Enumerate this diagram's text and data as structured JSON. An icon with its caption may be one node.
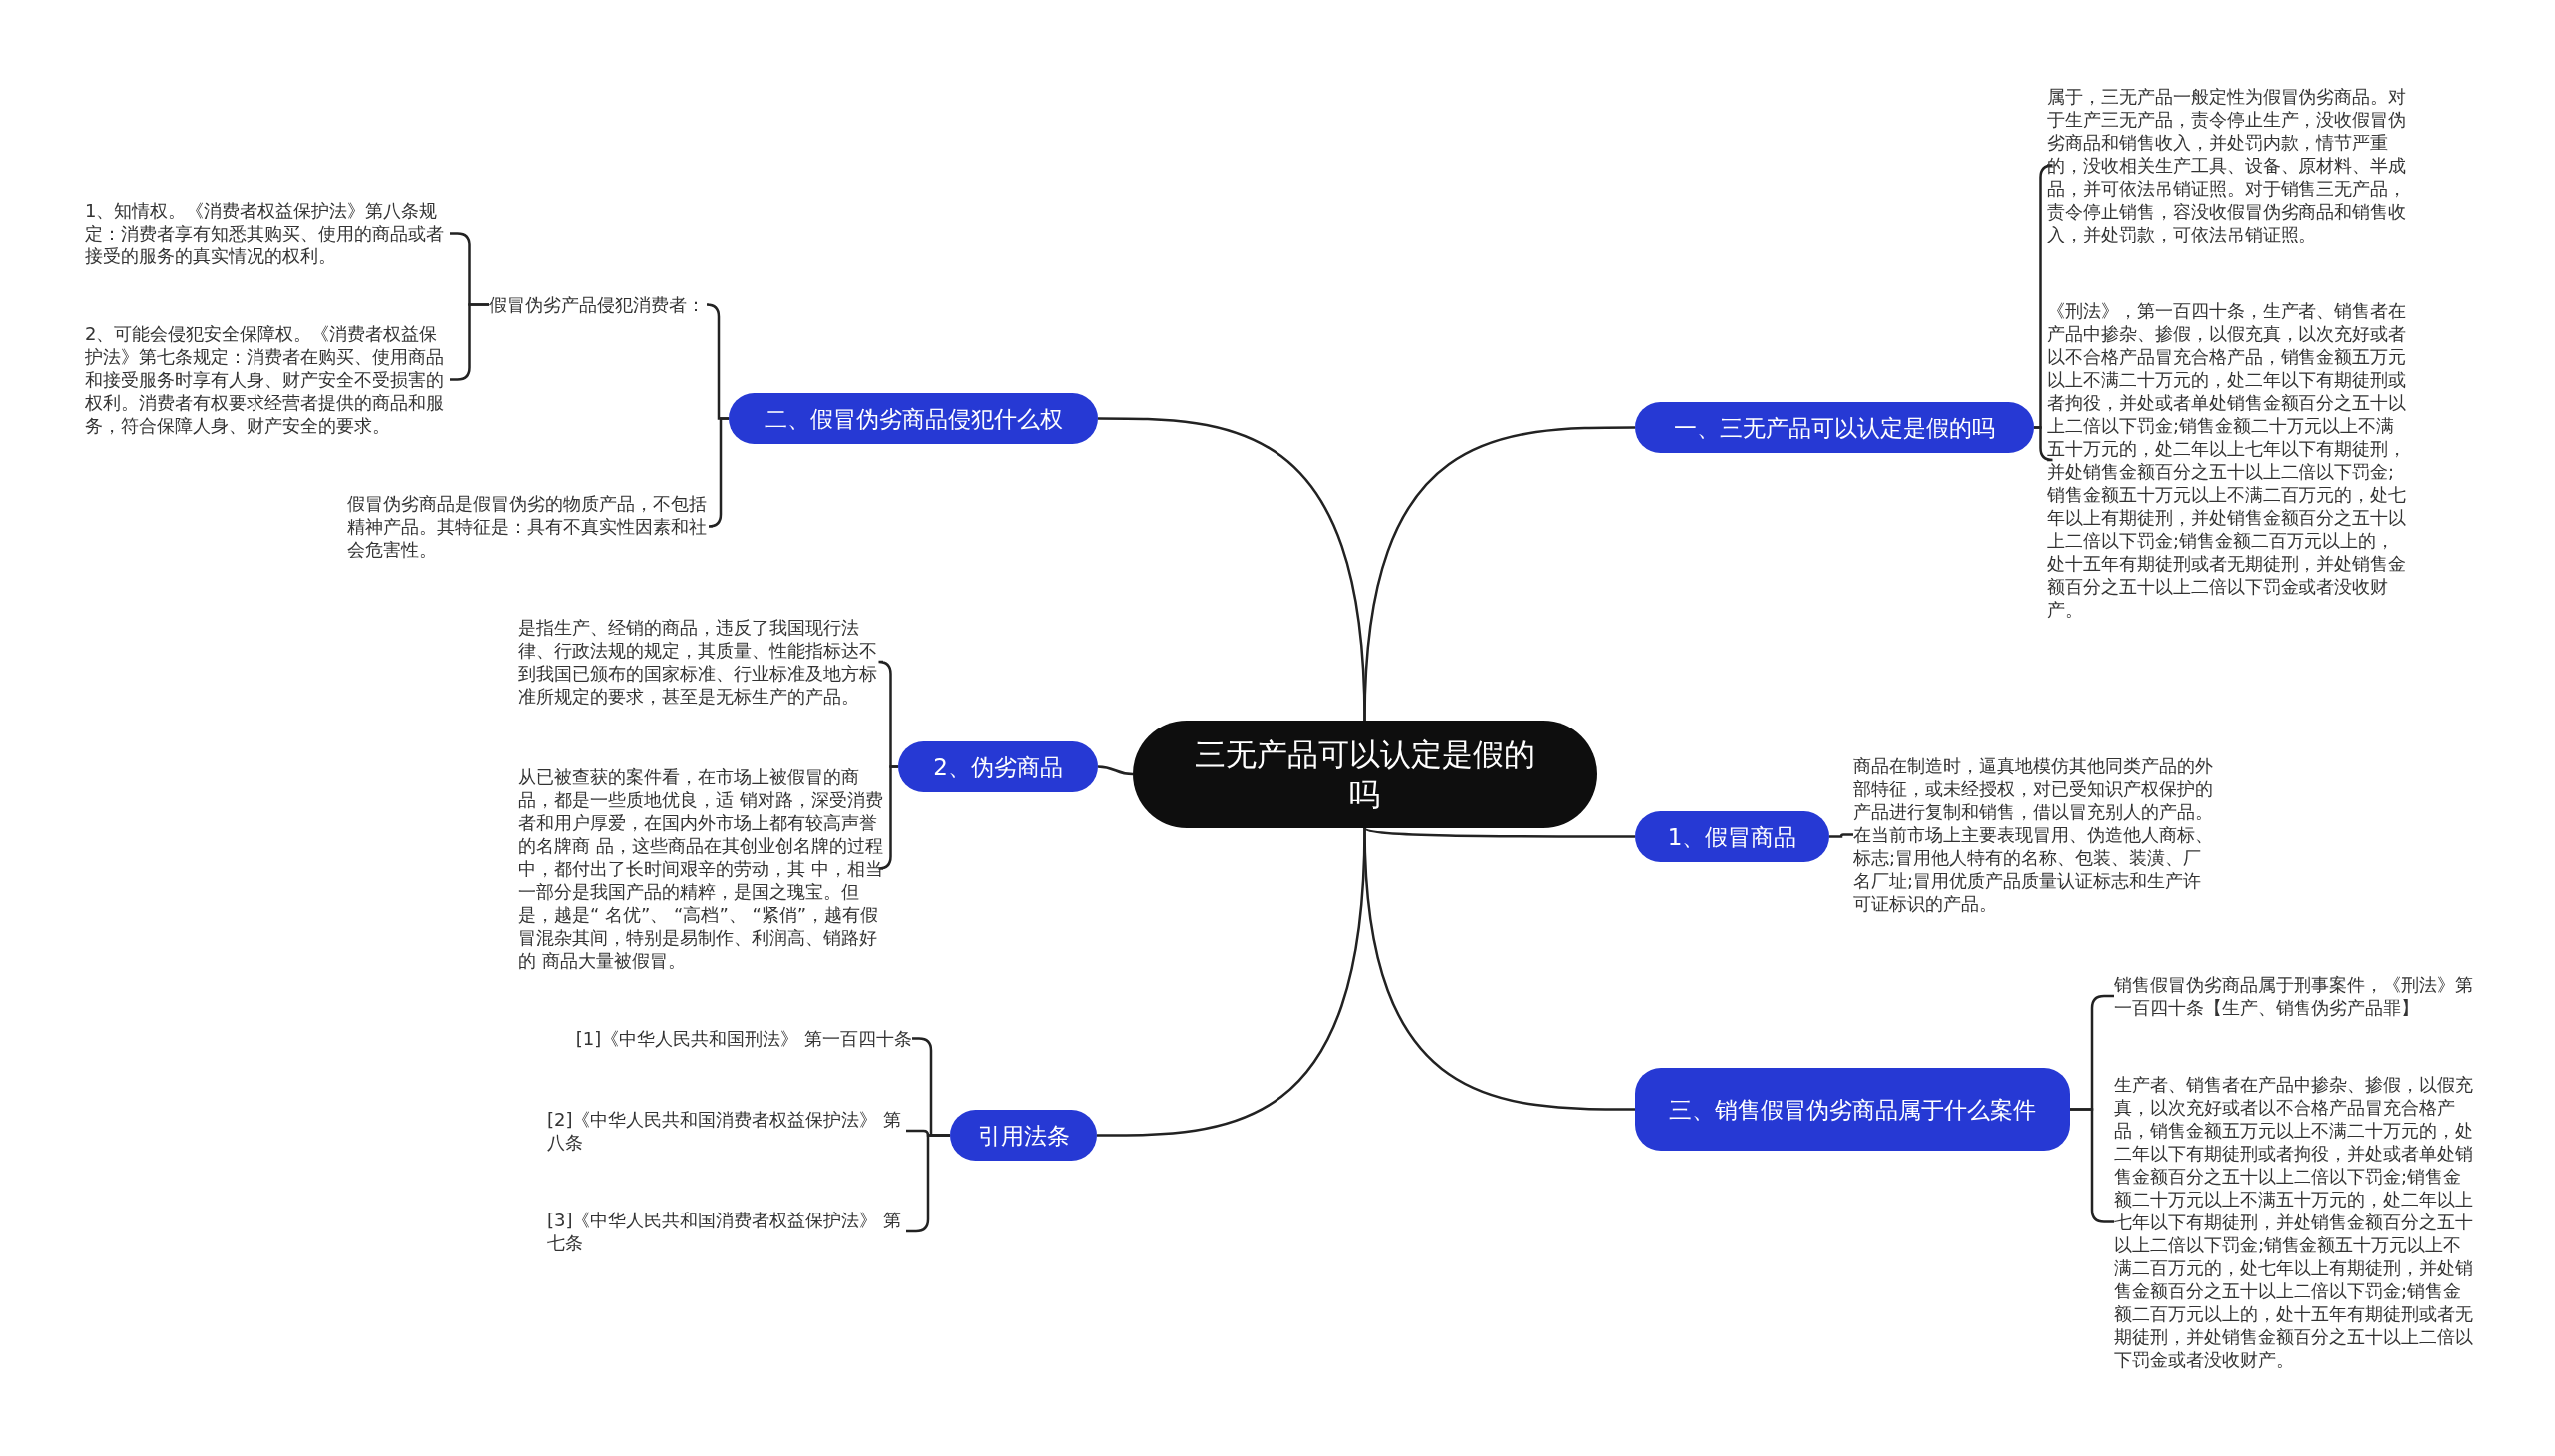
{
  "diagram": {
    "nodes": [
      {
        "text": [
          "三无产品可以认定是假的吗"
        ]
      },
      {
        "text": [
          "一、三无产品可以认定是假的吗"
        ]
      },
      {
        "text": [
          "属于，三无产品一般定性为假冒伪劣商品。对于生产三无产品，责令停止生产，没收假冒伪劣商品和销售收入，并处罚内款，情节严重的，没收相关生产工具、设备、原材料、半成品，并可依法吊销证照。对于销售三无产品，责令停止销售，容没收假冒伪劣商品和销售收入，并处罚款，可依法吊销证照。"
        ]
      },
      {
        "text": [
          "《刑法》，第一百四十条，生产者、销售者在产品中掺杂、掺假，以假充真，以次充好或者以不合格产品冒充合格产品，销售金额五万元以上不满二十万元的，处二年以下有期徒刑或者拘役，并处或者单处销售金额百分之五十以上二倍以下罚金;销售金额二十万元以上不满五十万元的，处二年以上七年以下有期徒刑，并处销售金额百分之五十以上二倍以下罚金;销售金额五十万元以上不满二百万元的，处七年以上有期徒刑，并处销售金额百分之五十以上二倍以下罚金;销售金额二百万元以上的，处十五年有期徒刑或者无期徒刑，并处销售金额百分之五十以上二倍以下罚金或者没收财产。"
        ]
      },
      {
        "text": [
          "1、假冒商品"
        ]
      },
      {
        "text": [
          "商品在制造时，逼真地模仿其他同类产品的外部特征，或未经授权，对已受知识产权保护的产品进行复制和销售，借以冒充别人的产品。在当前市场上主要表现冒用、伪造他人商标、标志;冒用他人特有的名称、包装、装潢、厂名厂址;冒用优质产品质量认证标志和生产许可证标识的产品。"
        ]
      },
      {
        "text": [
          "三、销售假冒伪劣商品属于什么案件"
        ]
      },
      {
        "text": [
          "销售假冒伪劣商品属于刑事案件，《刑法》第一百四十条【生产、销售伪劣产品罪】"
        ]
      },
      {
        "text": [
          "生产者、销售者在产品中掺杂、掺假，以假充真，以次充好或者以不合格产品冒充合格产品，销售金额五万元以上不满二十万元的，处二年以下有期徒刑或者拘役，并处或者单处销售金额百分之五十以上二倍以下罚金;销售金额二十万元以上不满五十万元的，处二年以上七年以下有期徒刑，并处销售金额百分之五十以上二倍以下罚金;销售金额五十万元以上不满二百万元的，处七年以上有期徒刑，并处销售金额百分之五十以上二倍以下罚金;销售金额二百万元以上的，处十五年有期徒刑或者无期徒刑，并处销售金额百分之五十以上二倍以下罚金或者没收财产。"
        ]
      },
      {
        "text": [
          "二、假冒伪劣商品侵犯什么权"
        ]
      },
      {
        "text": [
          "假冒伪劣产品侵犯消费者："
        ]
      },
      {
        "text": [
          "1、知情权。《消费者权益保护法》第八条规定：消费者享有知悉其购买、使用的商品或者接受的服务的真实情况的权利。"
        ]
      },
      {
        "text": [
          "2、可能会侵犯安全保障权。《消费者权益保护法》第七条规定：消费者在购买、使用商品和接受服务时享有人身、财产安全不受损害的权利。消费者有权要求经营者提供的商品和服务，符合保障人身、财产安全的要求。"
        ]
      },
      {
        "text": [
          "假冒伪劣商品是假冒伪劣的物质产品，不包括精神产品。其特征是：具有不真实性因素和社会危害性。"
        ]
      },
      {
        "text": [
          "2、伪劣商品"
        ]
      },
      {
        "text": [
          "是指生产、经销的商品，违反了我国现行法律、行政法规的规定，其质量、性能指标达不到我国已颁布的国家标准、行业标准及地方标准所规定的要求，甚至是无标生产的产品。"
        ]
      },
      {
        "text": [
          "从已被查获的案件看，在市场上被假冒的商品，都是一些质地优良，适 销对路，深受消费者和用户厚爱，在国内外市场上都有较高声誉的名牌商 品，这些商品在其创业创名牌的过程中，都付出了长时间艰辛的劳动，其 中，相当一部分是我国产品的精粹，是国之瑰宝。但是，越是“ 名优”、 “高档”、 “紧俏”，越有假冒混杂其间，特别是易制作、利润高、销路好的 商品大量被假冒。"
        ]
      },
      {
        "text": [
          "引用法条"
        ]
      },
      {
        "text": [
          "[1]《中华人民共和国刑法》 第一百四十条"
        ]
      },
      {
        "text": [
          "[2]《中华人民共和国消费者权益保护法》 第八条"
        ]
      },
      {
        "text": [
          "[3]《中华人民共和国消费者权益保护法》 第七条"
        ]
      }
    ],
    "edges": [
      {
        "from": 0,
        "to": 1,
        "arrow": "none"
      },
      {
        "from": 1,
        "to": 2,
        "arrow": "none"
      },
      {
        "from": 1,
        "to": 3,
        "arrow": "none"
      },
      {
        "from": 0,
        "to": 4,
        "arrow": "none"
      },
      {
        "from": 4,
        "to": 5,
        "arrow": "none"
      },
      {
        "from": 0,
        "to": 6,
        "arrow": "none"
      },
      {
        "from": 6,
        "to": 7,
        "arrow": "none"
      },
      {
        "from": 6,
        "to": 8,
        "arrow": "none"
      },
      {
        "from": 0,
        "to": 9,
        "arrow": "none"
      },
      {
        "from": 9,
        "to": 10,
        "arrow": "none"
      },
      {
        "from": 10,
        "to": 11,
        "arrow": "none"
      },
      {
        "from": 10,
        "to": 12,
        "arrow": "none"
      },
      {
        "from": 9,
        "to": 13,
        "arrow": "none"
      },
      {
        "from": 0,
        "to": 14,
        "arrow": "none"
      },
      {
        "from": 14,
        "to": 15,
        "arrow": "none"
      },
      {
        "from": 14,
        "to": 16,
        "arrow": "none"
      },
      {
        "from": 0,
        "to": 17,
        "arrow": "none"
      },
      {
        "from": 17,
        "to": 18,
        "arrow": "none"
      },
      {
        "from": 17,
        "to": 19,
        "arrow": "none"
      },
      {
        "from": 17,
        "to": 20,
        "arrow": "none"
      }
    ]
  }
}
